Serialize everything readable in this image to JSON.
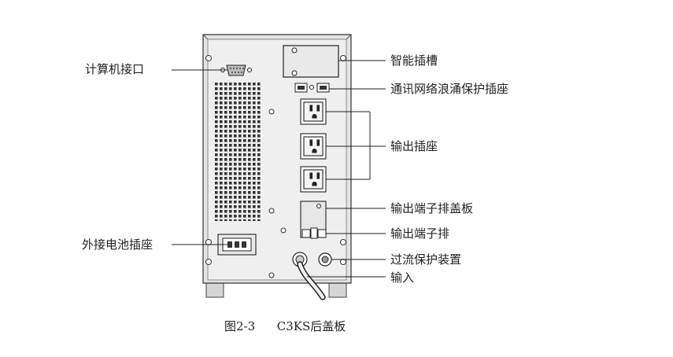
{
  "labels": {
    "computer_port": "计算机接口",
    "smart_slot": "智能插槽",
    "surge_socket": "通讯网络浪涌保护插座",
    "output_socket": "输出插座",
    "terminal_cover": "输出端子排盖板",
    "terminal_block": "输出端子排",
    "external_battery": "外接电池插座",
    "overcurrent": "过流保护装置",
    "input": "输入"
  },
  "caption": {
    "figure_no": "图2-3",
    "title": "C3KS后盖板"
  }
}
